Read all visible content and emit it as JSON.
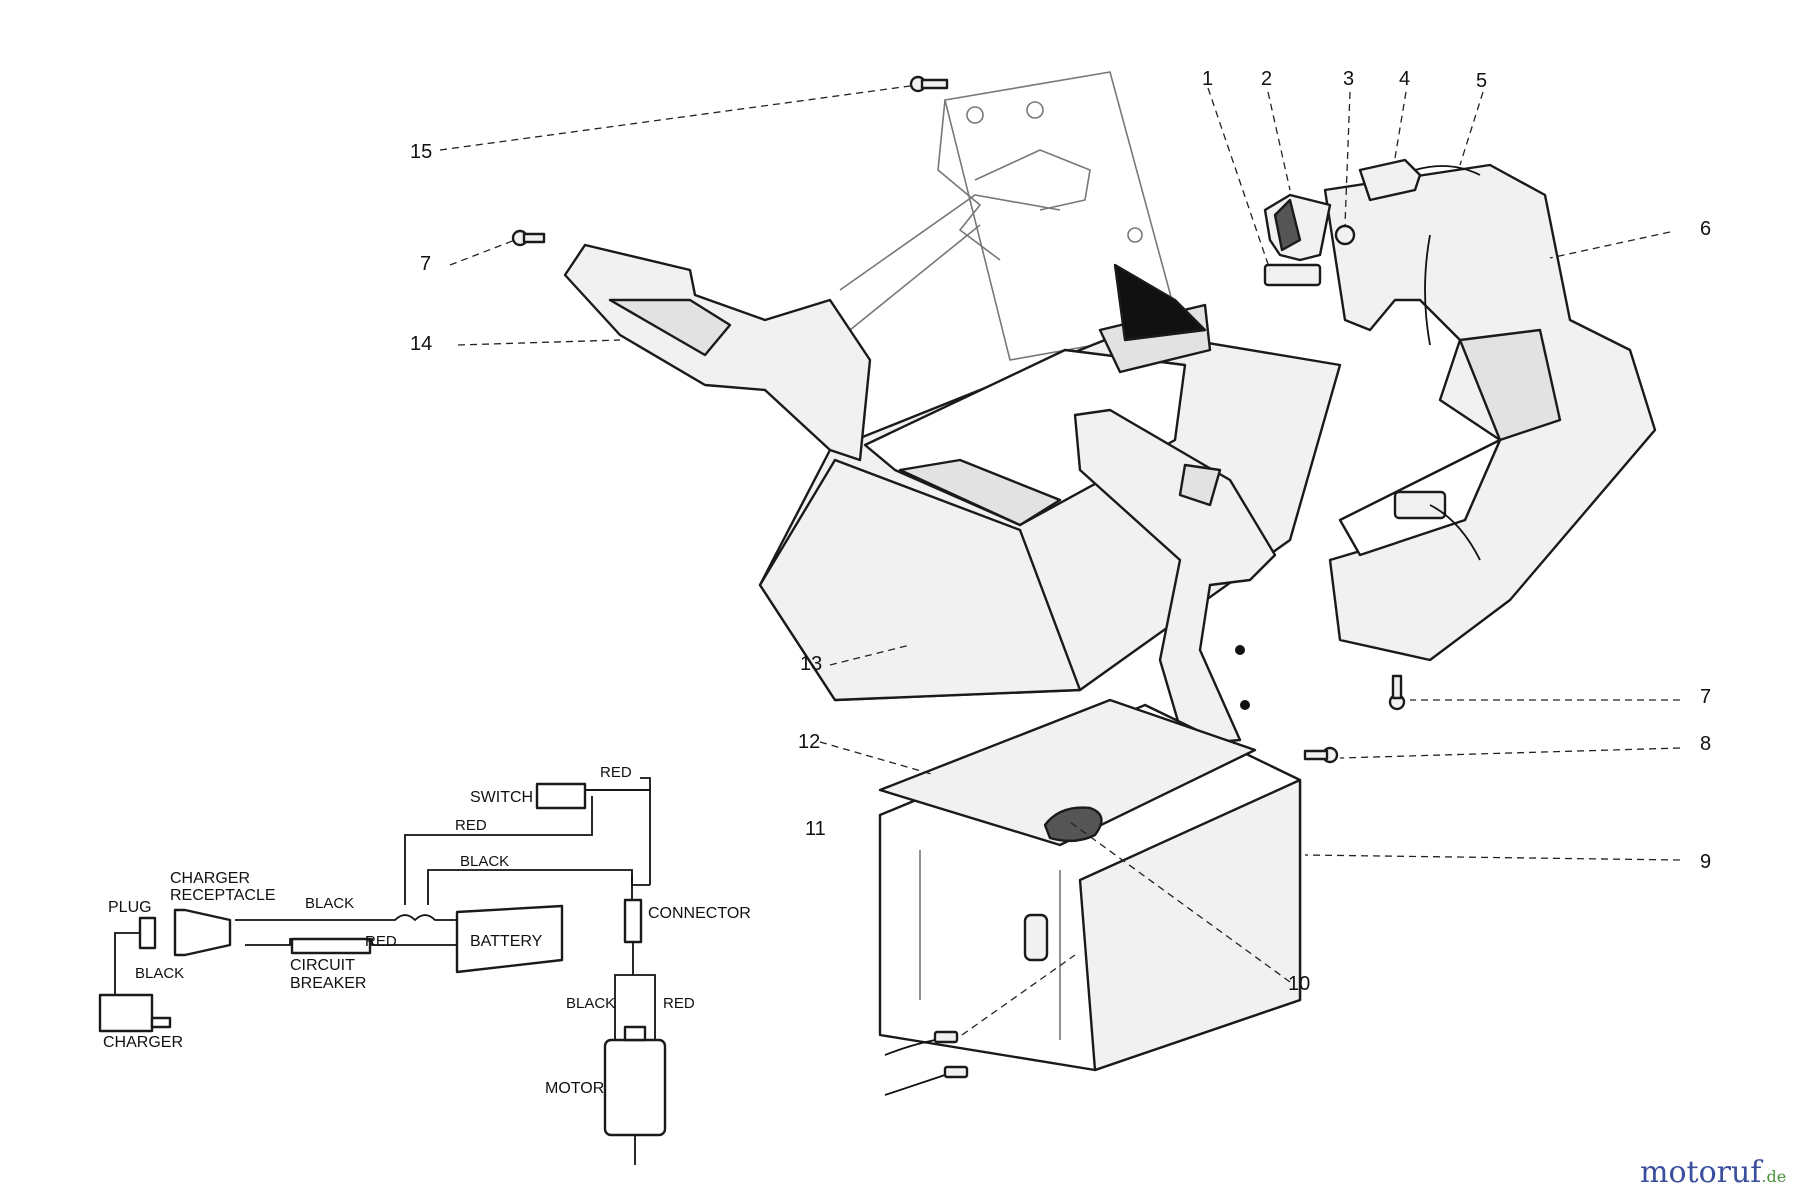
{
  "callouts": {
    "c1": "1",
    "c2": "2",
    "c3": "3",
    "c4": "4",
    "c5": "5",
    "c6": "6",
    "c7_left": "7",
    "c7_right": "7",
    "c8": "8",
    "c9": "9",
    "c10": "10",
    "c11": "11",
    "c12": "12",
    "c13": "13",
    "c14": "14",
    "c15": "15"
  },
  "wiring": {
    "switch": "SWITCH",
    "red_top": "RED",
    "red_switch": "RED",
    "black_battery": "BLACK",
    "charger_receptacle_1": "CHARGER",
    "charger_receptacle_2": "RECEPTACLE",
    "plug": "PLUG",
    "black_plug": "BLACK",
    "black_receptacle": "BLACK",
    "red_breaker": "RED",
    "battery": "BATTERY",
    "circuit_breaker_1": "CIRCUIT",
    "circuit_breaker_2": "BREAKER",
    "connector": "CONNECTOR",
    "charger": "CHARGER",
    "black_motor": "BLACK",
    "red_motor": "RED",
    "motor": "MOTOR"
  },
  "watermark": {
    "text_main": "motoruf",
    "text_suffix": ".de"
  },
  "colors": {
    "ink": "#1a1a1a",
    "paper": "#ffffff",
    "watermark_blue": "#3b4f9e",
    "watermark_orange": "#e07b1e",
    "watermark_green": "#4a8f3a"
  }
}
